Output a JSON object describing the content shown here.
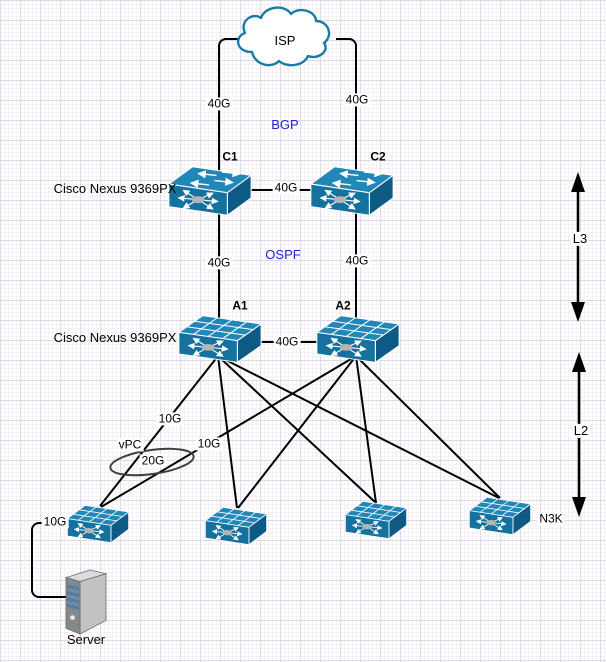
{
  "cloud": {
    "label": "ISP"
  },
  "protocols": {
    "bgp": "BGP",
    "ospf": "OSPF"
  },
  "devices": {
    "c1": "C1",
    "c2": "C2",
    "a1": "A1",
    "a2": "A2",
    "core_model": "Cisco Nexus 9369PX",
    "agg_model": "Cisco Nexus 9369PX",
    "access_right": "N3K",
    "server": "Server"
  },
  "link_labels": {
    "isp_c1": "40G",
    "isp_c2": "40G",
    "c1_c2": "40G",
    "c1_a1": "40G",
    "c2_a2": "40G",
    "a1_a2": "40G",
    "a1_acc1": "10G",
    "a2_acc1": "10G",
    "vpc": "vPC",
    "vpc_bundle": "20G",
    "acc1_server": "10G"
  },
  "layer_markers": {
    "l3": "L3",
    "l2": "L2"
  },
  "colors": {
    "switch_top": "#2187b8",
    "switch_front": "#15719d",
    "switch_side": "#0d5b84",
    "cloud_stroke": "#1b7ba3",
    "protocol_text": "#2222cc",
    "link": "#000000",
    "server_blue": "#4a7fae"
  }
}
